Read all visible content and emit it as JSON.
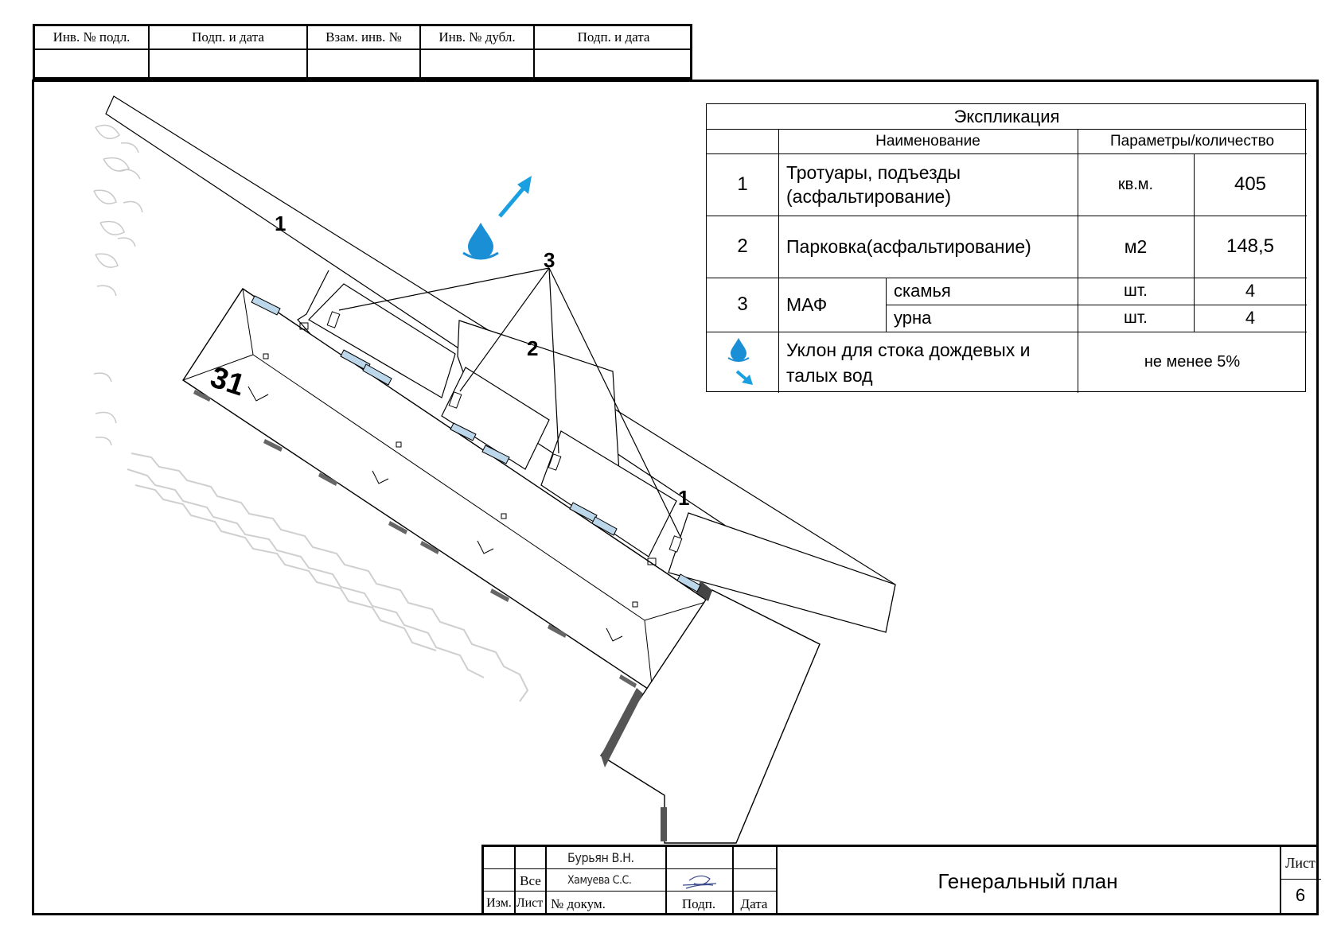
{
  "top_stamp": {
    "headers": [
      "Инв. № подл.",
      "Подп. и дата",
      "Взам. инв. №",
      "Инв. № дубл.",
      "Подп. и дата"
    ]
  },
  "explication": {
    "title": "Экспликация",
    "col_name": "Наименование",
    "col_params": "Параметры/количество",
    "rows": [
      {
        "num": "1",
        "name": "Тротуары, подъезды (асфальтирование)",
        "unit": "кв.м.",
        "value": "405"
      },
      {
        "num": "2",
        "name": "Парковка(асфальтирование)",
        "unit": "м2",
        "value": "148,5"
      },
      {
        "num": "3",
        "name": "МАФ",
        "subitems": [
          {
            "name": "скамья",
            "unit": "шт.",
            "value": "4"
          },
          {
            "name": "урна",
            "unit": "шт.",
            "value": "4"
          }
        ]
      },
      {
        "name": "Уклон для стока дождевых и талых вод",
        "value": "не менее 5%"
      }
    ]
  },
  "plan": {
    "labels": {
      "walkway_top": "1",
      "walkway_right": "1",
      "parking": "2",
      "maf": "3",
      "building_number": "31"
    },
    "icons": {
      "drop_color": "#1a8fd6",
      "arrow_color": "#1a9fe0"
    }
  },
  "title_block": {
    "surname_1": "Бурьян В.Н.",
    "surname_2": "Хамуева С.С.",
    "all_label": "Все",
    "col_izm": "Изм.",
    "col_list": "Лист",
    "col_doc": "№ докум.",
    "col_sign": "Подп.",
    "col_date": "Дата",
    "title": "Генеральный план",
    "sheet_label": "Лист",
    "sheet_number": "6"
  }
}
